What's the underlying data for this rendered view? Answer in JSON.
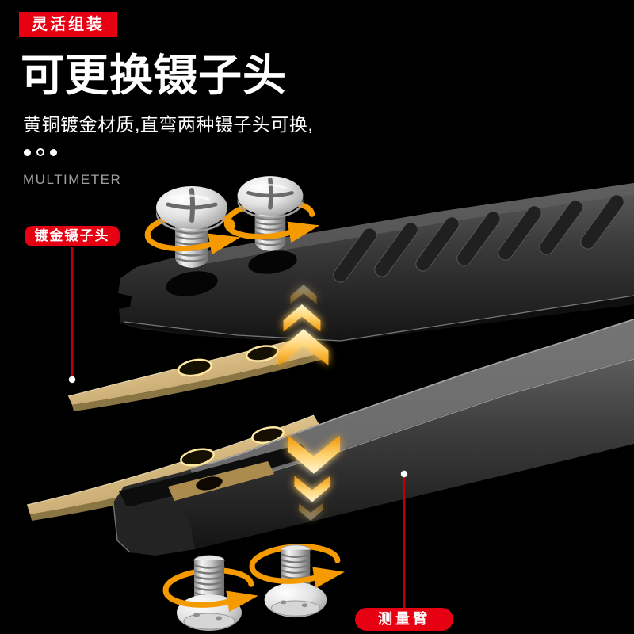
{
  "header": {
    "badge": "灵活组装",
    "title": "可更换镊子头",
    "subtitle": "黄铜镀金材质,直弯两种镊子头可换,",
    "brand_word": "MULTIMETER",
    "dots": [
      "filled",
      "hollow",
      "filled"
    ]
  },
  "callouts": {
    "gold_tip_label": "镀金镊子头",
    "measuring_arm_label": "测量臂"
  },
  "icons": {
    "rotation_arrows": "rotation-arrow-icon",
    "assembly_up": "up-chevron-arrow-icon",
    "assembly_down": "down-chevron-arrow-icon"
  },
  "colors": {
    "background": "#000000",
    "accent_red": "#e60012",
    "connector_red": "#c00000",
    "gold_tip": "#d9bd85",
    "dark_metal_arm": "#3a3a3a",
    "chrome_screw": "#dcdcdc",
    "rotation_arrow_orange": "#f59a00",
    "glow_arrow_gold": "#ffd678",
    "text_white": "#ffffff",
    "text_gray": "#a0a0a0"
  }
}
